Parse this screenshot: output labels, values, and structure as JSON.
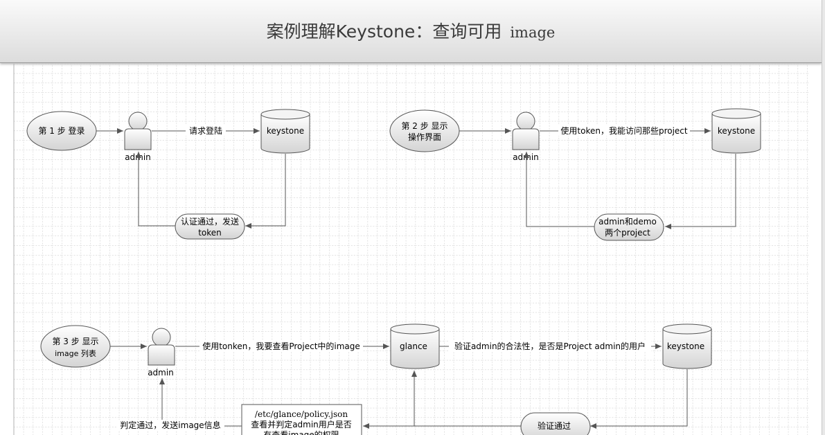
{
  "title": {
    "main": "案例理解Keystone：查询可用",
    "suffix": "image"
  },
  "step1": {
    "step_label": "第 1 步 登录",
    "actor": "admin",
    "server": "keystone",
    "request": "请求登陆",
    "reply_line1": "认证通过，发送",
    "reply_line2": "token"
  },
  "step2": {
    "step_line1": "第 2 步 显示",
    "step_line2": "操作界面",
    "actor": "admin",
    "server": "keystone",
    "request": "使用token，我能访问那些project",
    "reply_line1": "admin和demo",
    "reply_line2": "两个project"
  },
  "step3": {
    "step_line1": "第 3 步 显示",
    "step_line2": "image 列表",
    "actor": "admin",
    "glance": "glance",
    "keystone": "keystone",
    "request": "使用tonken，我要查看Project中的image",
    "verify_request": "验证admin的合法性，是否是Project admin的用户",
    "verify_ok": "验证通过",
    "policy_line1": "/etc/glance/policy.json",
    "policy_line2": "查看并判定admin用户是否",
    "policy_line3": "有查看image的权限",
    "final_reply": "判定通过，发送image信息"
  },
  "colors": {
    "grid": "#c4c4c4",
    "node_fill_top": "#ffffff",
    "node_fill_bottom": "#d9d9d9",
    "stroke": "#555555",
    "text": "#111111"
  }
}
